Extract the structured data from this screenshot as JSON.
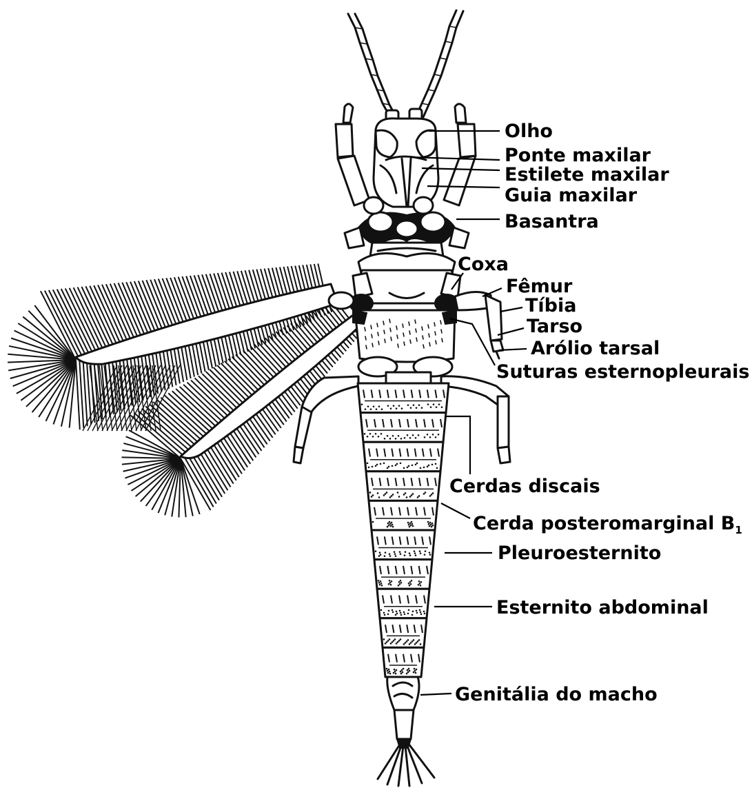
{
  "labels": {
    "olho": "Olho",
    "ponte_maxilar": "Ponte maxilar",
    "estilete_maxilar": "Estilete maxilar",
    "guia_maxilar": "Guia maxilar",
    "basantra": "Basantra",
    "coxa": "Coxa",
    "femur": "Fêmur",
    "tibia": "Tíbia",
    "tarso": "Tarso",
    "arolio_tarsal": "Arólio tarsal",
    "suturas_esternopleurais": "Suturas esternopleurais",
    "cerdas_discais": "Cerdas discais",
    "cerda_posteromarginal": "Cerda posteromarginal B",
    "cerda_posteromarginal_sub": "1",
    "pleuroesternito": "Pleuroesternito",
    "esternito_abdominal": "Esternito abdominal",
    "genitalia_do_macho": "Genitália do macho"
  }
}
